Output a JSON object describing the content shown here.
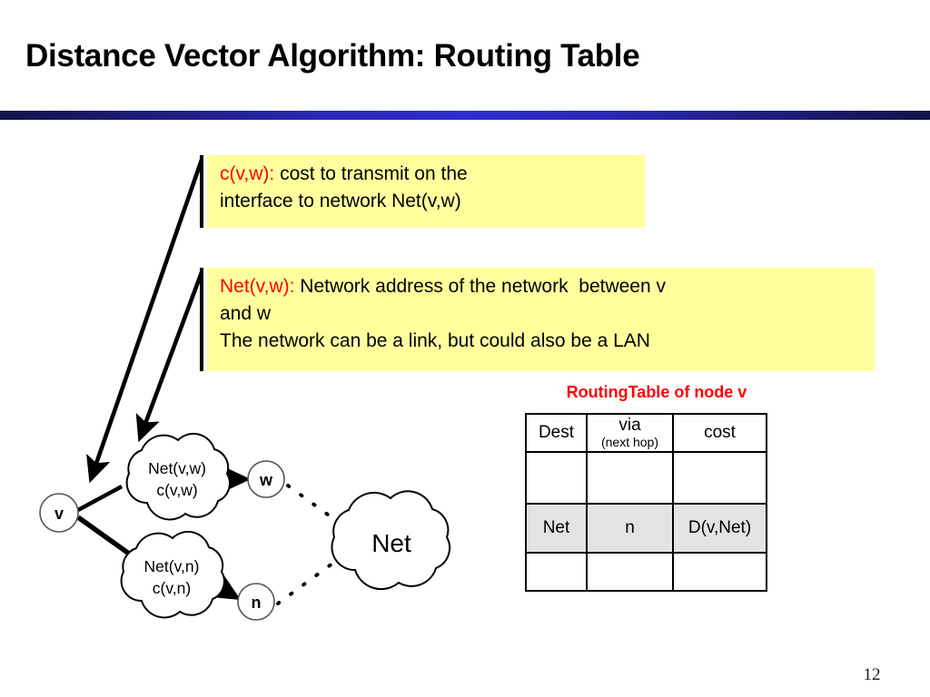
{
  "slide": {
    "title": "Distance Vector Algorithm: Routing Table",
    "page_number": "12",
    "accent_color": "#2f2dd0",
    "highlight_color": "#ff0000",
    "callout_background": "#ffff9e"
  },
  "callouts": [
    {
      "id": "cost-definition",
      "term": "c(v,w):",
      "line1": " cost to transmit on the",
      "line2": "interface to network Net(v,w)"
    },
    {
      "id": "net-definition",
      "term": "Net(v,w):",
      "line1": " Network address of the network  between v",
      "line2": "and w",
      "line3": "The network can be a link, but could also be a LAN"
    }
  ],
  "diagram": {
    "nodes": [
      {
        "id": "v",
        "label": "v"
      },
      {
        "id": "w",
        "label": "w"
      },
      {
        "id": "n",
        "label": "n"
      }
    ],
    "clouds": [
      {
        "id": "cloud-vw",
        "line1": "Net(v,w)",
        "line2": "c(v,w)"
      },
      {
        "id": "cloud-vn",
        "line1": "Net(v,n)",
        "line2": "c(v,n)"
      },
      {
        "id": "cloud-net",
        "line1": "Net"
      }
    ]
  },
  "routing_table": {
    "caption": "RoutingTable of node v",
    "columns": [
      {
        "label": "Dest",
        "sublabel": ""
      },
      {
        "label": "via",
        "sublabel": "(next hop)"
      },
      {
        "label": "cost",
        "sublabel": ""
      }
    ],
    "rows": [
      {
        "highlight": false,
        "cells": [
          "",
          "",
          ""
        ]
      },
      {
        "highlight": true,
        "cells": [
          "Net",
          "n",
          "D(v,Net)"
        ]
      },
      {
        "highlight": false,
        "cells": [
          "",
          "",
          ""
        ]
      }
    ]
  }
}
